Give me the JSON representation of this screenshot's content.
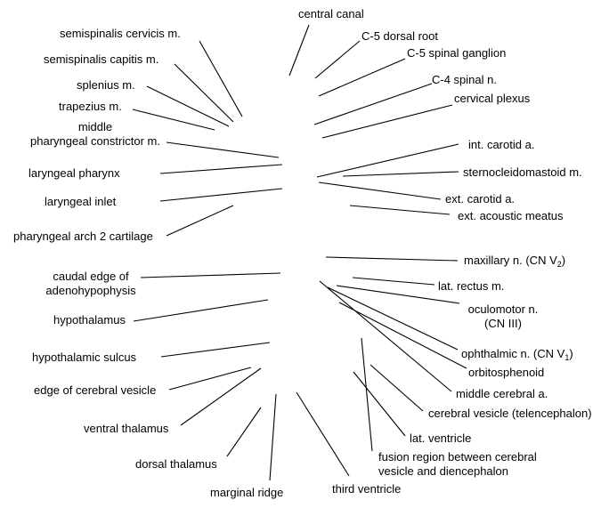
{
  "colors": {
    "background": "#ffffff",
    "ink": "#000000"
  },
  "labels": {
    "central_canal": "central canal",
    "semispinalis_cervicis": "semispinalis cervicis m.",
    "c5_dorsal_root": "C-5 dorsal root",
    "c5_spinal_ganglion": "C-5 spinal ganglion",
    "semispinalis_capitis": "semispinalis capitis m.",
    "c4_spinal_n": "C-4 spinal n.",
    "splenius": "splenius m.",
    "cervical_plexus": "cervical plexus",
    "trapezius": "trapezius m.",
    "middle_pharyngeal_constrictor": "middle\npharyngeal constrictor m.",
    "int_carotid": "int. carotid a.",
    "laryngeal_pharynx": "laryngeal pharynx",
    "sternocleidomastoid": "sternocleidomastoid m.",
    "laryngeal_inlet": "laryngeal inlet",
    "ext_carotid": "ext. carotid a.",
    "ext_acoustic_meatus": "ext. acoustic meatus",
    "pharyngeal_arch_2": "pharyngeal arch 2 cartilage",
    "maxillary_n": {
      "text": "maxillary n. (CN V",
      "sub": "2",
      "tail": ")"
    },
    "caudal_edge_adenohypophysis": "caudal edge of\nadenohypophysis",
    "lat_rectus": "lat. rectus m.",
    "oculomotor_n": "oculomotor n.\n(CN III)",
    "hypothalamus": "hypothalamus",
    "ophthalmic_n": {
      "text": "ophthalmic n. (CN V",
      "sub": "1",
      "tail": ")"
    },
    "hypothalamic_sulcus": "hypothalamic sulcus",
    "orbitosphenoid": "orbitosphenoid",
    "edge_cerebral_vesicle": "edge of cerebral vesicle",
    "middle_cerebral_a": "middle cerebral a.",
    "cerebral_vesicle_telencephalon": "cerebral vesicle (telencephalon)",
    "ventral_thalamus": "ventral thalamus",
    "lat_ventricle": "lat. ventricle",
    "dorsal_thalamus": "dorsal thalamus",
    "fusion_region": "fusion region between cerebral\nvesicle and diencephalon",
    "marginal_ridge": "marginal ridge",
    "third_ventricle": "third ventricle"
  }
}
